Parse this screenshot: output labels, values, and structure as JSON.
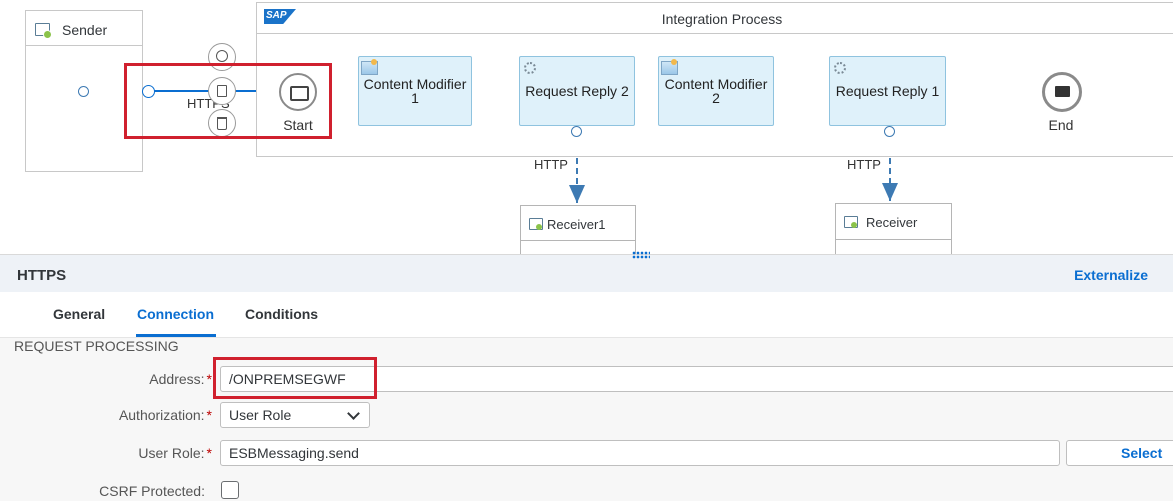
{
  "diagram": {
    "sender_label": "Sender",
    "process_title": "Integration Process",
    "sap_logo_text": "SAP",
    "channel_label": "HTTPS",
    "start_label": "Start",
    "end_label": "End",
    "steps": {
      "content_modifier_1": "Content Modifier 1",
      "request_reply_2": "Request Reply 2",
      "content_modifier_2": "Content Modifier 2",
      "request_reply_1": "Request Reply 1"
    },
    "http_label_1": "HTTP",
    "http_label_2": "HTTP",
    "receiver1_label": "Receiver1",
    "receiver_label": "Receiver"
  },
  "panel": {
    "title": "HTTPS",
    "externalize_label": "Externalize",
    "tabs": [
      "General",
      "Connection",
      "Conditions"
    ],
    "active_tab": "Connection",
    "section_title": "REQUEST PROCESSING",
    "address": {
      "label": "Address:",
      "value": "/ONPREMSEGWF"
    },
    "authorization": {
      "label": "Authorization:",
      "value": "User Role"
    },
    "user_role": {
      "label": "User Role:",
      "value": "ESBMessaging.send",
      "select_label": "Select"
    },
    "csrf": {
      "label": "CSRF Protected:",
      "checked": false
    }
  },
  "colors": {
    "accent": "#0a6ed1",
    "highlight_red": "#d0202e",
    "step_fill": "#dff1fa"
  }
}
